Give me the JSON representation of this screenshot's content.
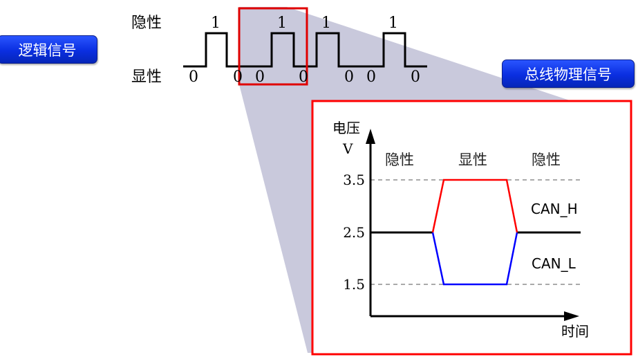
{
  "buttons": {
    "logic": "逻辑信号",
    "physical": "总线物理信号"
  },
  "logic_signal": {
    "recessive_label": "隐性",
    "dominant_label": "显性",
    "ones": [
      "1",
      "1",
      "1",
      "1"
    ],
    "zeros": [
      "0",
      "0",
      "0",
      "0",
      "0",
      "0",
      "0"
    ]
  },
  "physical": {
    "y_label": "电压",
    "y_unit": "V",
    "x_label": "时间",
    "regions": [
      "隐性",
      "显性",
      "隐性"
    ],
    "ticks": [
      "3.5",
      "2.5",
      "1.5"
    ],
    "can_h": "CAN_H",
    "can_l": "CAN_L"
  },
  "colors": {
    "can_h": "#ff0000",
    "can_l": "#0000ff",
    "highlight": "#e00000",
    "shadow": "#c9c9dc"
  },
  "chart_data": {
    "type": "line",
    "xlabel": "时间",
    "ylabel": "电压 V",
    "yticks": [
      3.5,
      2.5,
      1.5
    ],
    "series": [
      {
        "name": "CAN_H",
        "states": [
          "隐性",
          "显性",
          "隐性"
        ],
        "values": [
          2.5,
          3.5,
          2.5
        ]
      },
      {
        "name": "CAN_L",
        "states": [
          "隐性",
          "显性",
          "隐性"
        ],
        "values": [
          2.5,
          1.5,
          2.5
        ]
      }
    ]
  }
}
